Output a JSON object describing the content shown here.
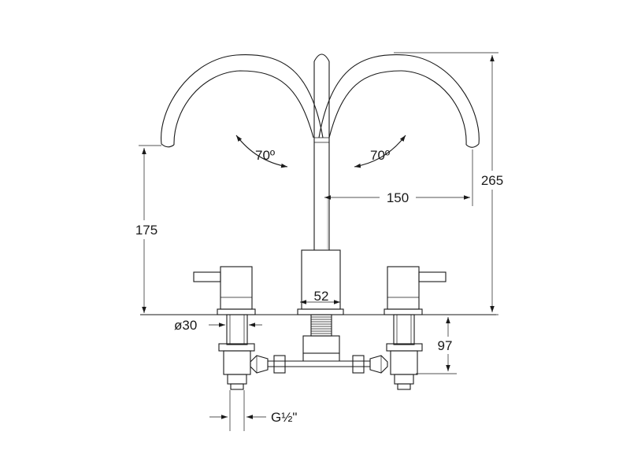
{
  "dimensions": {
    "swivel_left": "70º",
    "swivel_right": "70º",
    "spout_reach": "150",
    "total_height": "265",
    "spout_height": "175",
    "base_diameter": "52",
    "handle_diameter": "ø30",
    "below_deck": "97",
    "connection": "G½\""
  }
}
